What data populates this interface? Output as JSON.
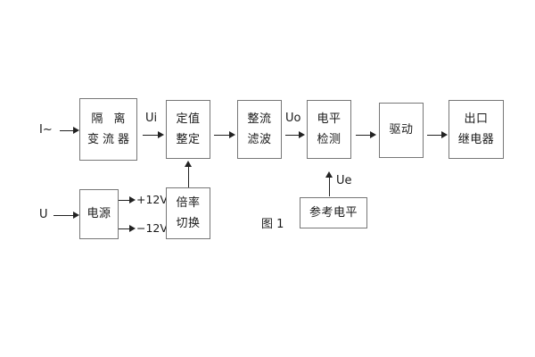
{
  "diagram": {
    "caption": "图 1",
    "main_blocks": [
      {
        "id": "isolation-ct",
        "lines": [
          "隔 离",
          "变流器"
        ]
      },
      {
        "id": "setting-value",
        "lines": [
          "定值",
          "整定"
        ]
      },
      {
        "id": "rectify-filter",
        "lines": [
          "整流",
          "滤波"
        ]
      },
      {
        "id": "level-detect",
        "lines": [
          "电平",
          "检测"
        ]
      },
      {
        "id": "drive",
        "lines": [
          "驱动"
        ]
      },
      {
        "id": "output-relay",
        "lines": [
          "出口",
          "继电器"
        ]
      }
    ],
    "lower_blocks": [
      {
        "id": "power-supply",
        "lines": [
          "电源"
        ]
      },
      {
        "id": "multiplier-switch",
        "lines": [
          "倍率",
          "切换"
        ]
      },
      {
        "id": "reference-level",
        "lines": [
          "参考电平"
        ]
      }
    ],
    "signal_labels": {
      "current_input": "I~",
      "ui": "Ui",
      "uo": "Uo",
      "ue": "Ue",
      "voltage_input": "U",
      "supply_positive": "+12V",
      "supply_negative": "−12V"
    },
    "colors": {
      "background": "#ffffff",
      "box_border": "#777777",
      "line": "#222222",
      "text": "#1a1a1a"
    }
  }
}
